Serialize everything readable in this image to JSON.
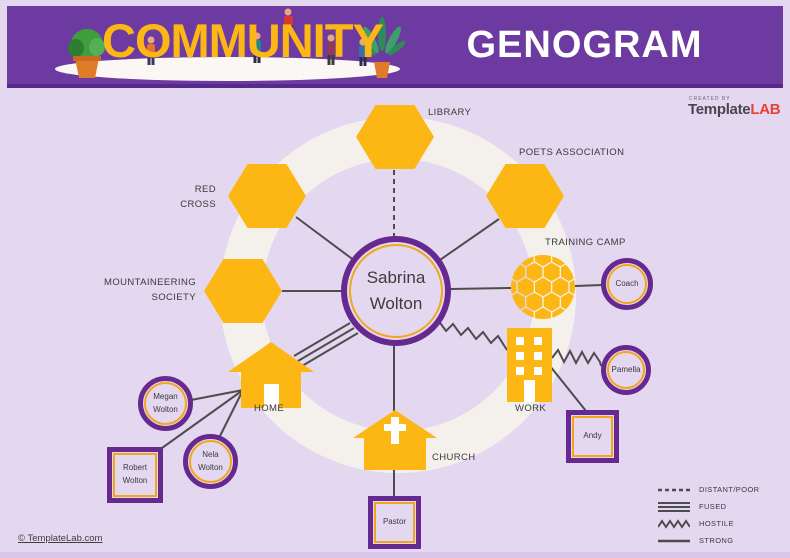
{
  "header": {
    "community": "COMMUNITY",
    "genogram": "GENOGRAM"
  },
  "watermark": {
    "created_by": "CREATED BY",
    "brand_gray": "Template",
    "brand_red": "LAB"
  },
  "footer": {
    "copyright": "© TemplateLab.com"
  },
  "center_person": {
    "line1": "Sabrina",
    "line2": "Wolton"
  },
  "community_nodes": {
    "library": "LIBRARY",
    "poets": "POETS ASSOCIATION",
    "red_cross_line1": "RED",
    "red_cross_line2": "CROSS",
    "mountaineering_line1": "MOUNTAINEERING",
    "mountaineering_line2": "SOCIETY",
    "training_camp": "TRAINING CAMP",
    "home": "HOME",
    "work": "WORK",
    "church": "CHURCH"
  },
  "people": {
    "coach": "Coach",
    "pamella": "Pamella",
    "andy": "Andy",
    "pastor": "Pastor",
    "megan_line1": "Megan",
    "megan_line2": "Wolton",
    "nela_line1": "Nela",
    "nela_line2": "Wolton",
    "robert_line1": "Robert",
    "robert_line2": "Wolton"
  },
  "legend": {
    "items": [
      {
        "label": "DISTANT/POOR",
        "style": "dashed"
      },
      {
        "label": "FUSED",
        "style": "triple"
      },
      {
        "label": "HOSTILE",
        "style": "zigzag"
      },
      {
        "label": "STRONG",
        "style": "solid"
      }
    ]
  },
  "icons": {
    "home": "house-icon",
    "church": "church-cross-icon",
    "work": "office-building-icon",
    "training_camp": "honeycomb-ball-icon",
    "header_left_plant": "potted-plant-icon",
    "header_right_plant": "palm-plant-icon",
    "header_figures": "person-icon"
  },
  "colors": {
    "header_purple": "#6C3AA0",
    "header_purple_dark": "#57298B",
    "background_lavender": "#E4D7F0",
    "accent_yellow": "#FDB714",
    "node_border_purple": "#66298F",
    "inner_ring_orange": "#F2A71B",
    "ring_offwhite": "#F4F1ED",
    "connector_gray": "#4D4D4D",
    "logo_red": "#E8403A"
  }
}
